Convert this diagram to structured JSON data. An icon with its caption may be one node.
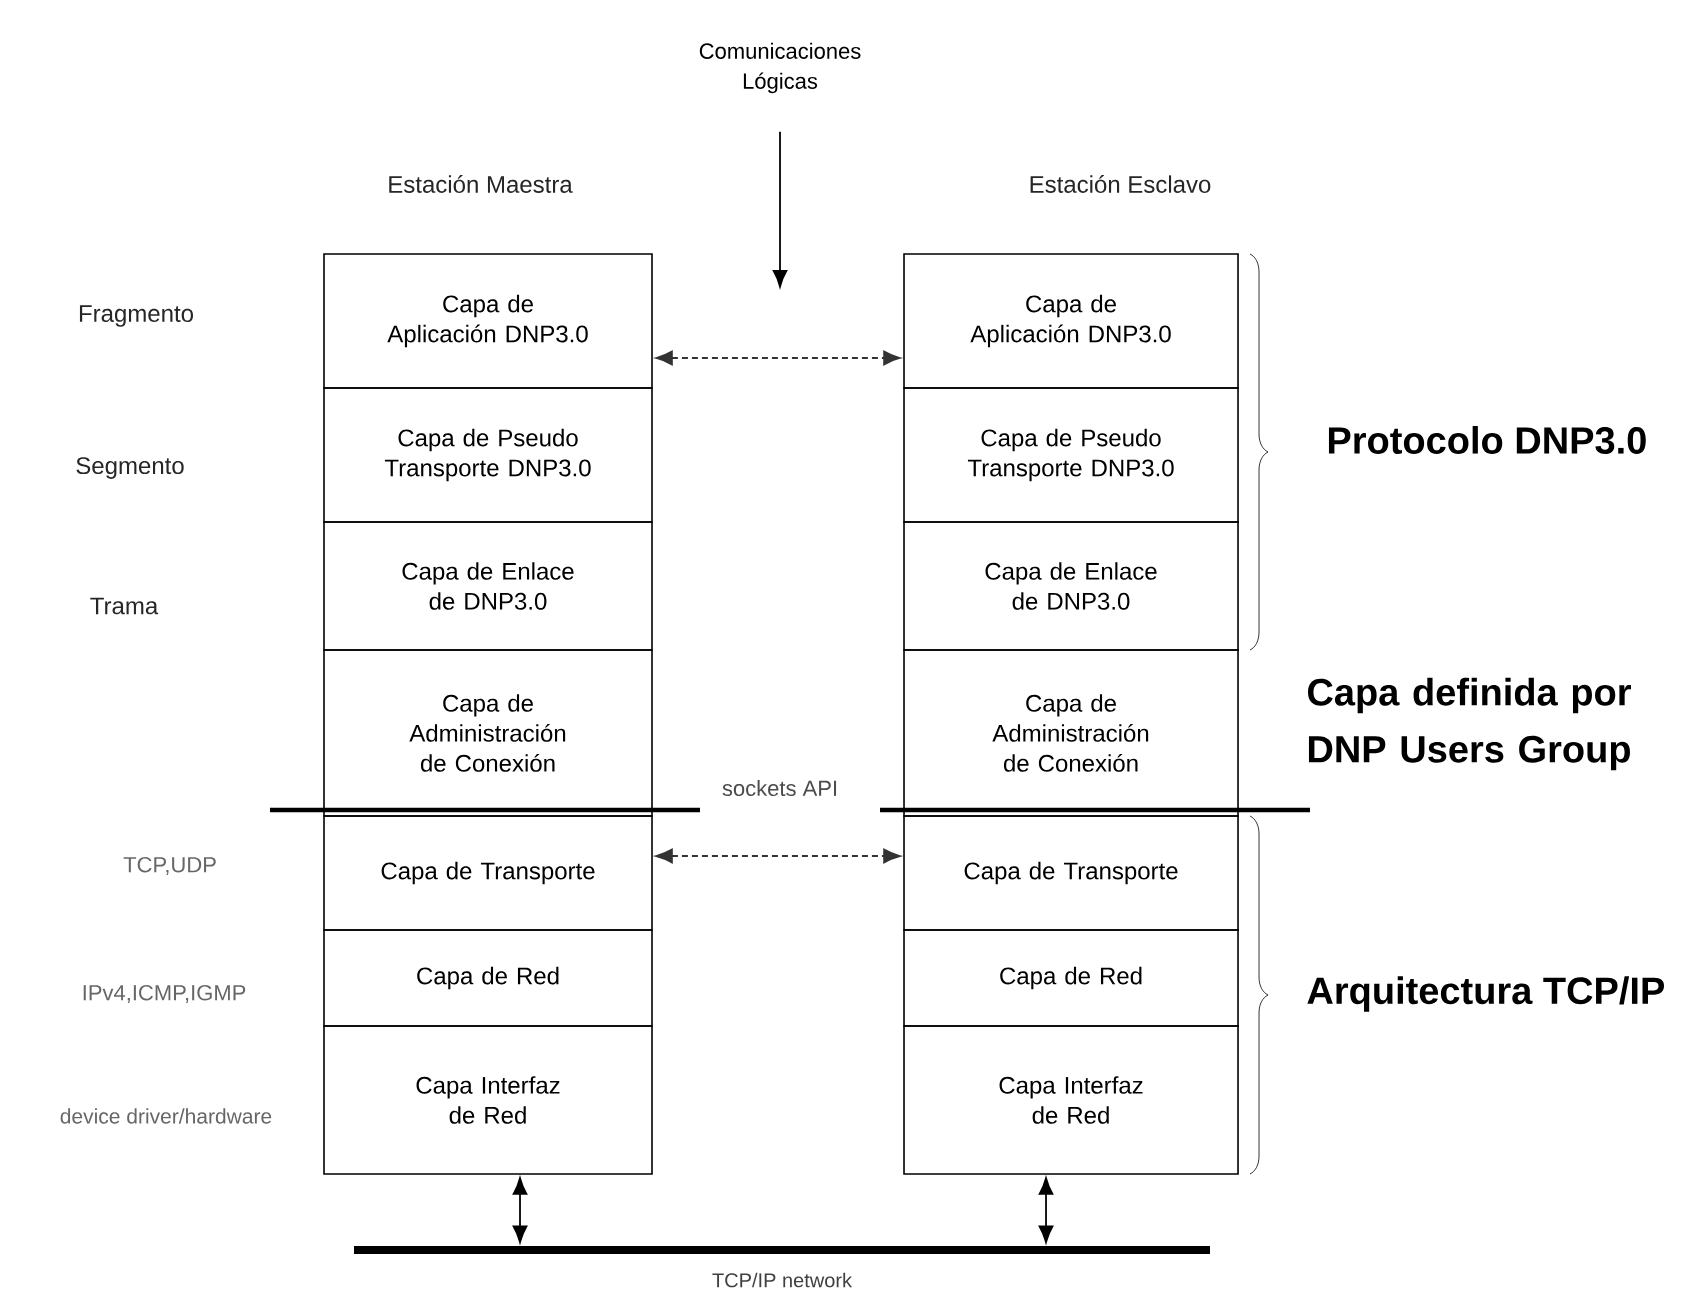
{
  "diagram": {
    "nodes": [
      {
        "text": [
          "Capa de Aplicación DNP3.0"
        ]
      },
      {
        "text": [
          "Capa de Pseudo Transporte DNP3.0"
        ]
      },
      {
        "text": [
          "Capa de Enlace de DNP3.0"
        ]
      },
      {
        "text": [
          "Capa de Administración de Conexión"
        ]
      },
      {
        "text": [
          "Capa de Transporte"
        ]
      },
      {
        "text": [
          "Capa de Red"
        ]
      },
      {
        "text": [
          "Capa Interfaz de Red"
        ]
      },
      {
        "text": [
          "Capa de Aplicación DNP3.0"
        ]
      },
      {
        "text": [
          "Capa de Pseudo Transporte DNP3.0"
        ]
      },
      {
        "text": [
          "Capa de Enlace de DNP3.0"
        ]
      },
      {
        "text": [
          "Capa de Administración de Conexión"
        ]
      },
      {
        "text": [
          "Capa de Transporte"
        ]
      },
      {
        "text": [
          "Capa de Red"
        ]
      },
      {
        "text": [
          "Capa Interfaz de Red"
        ]
      },
      {
        "text": [
          "TCP/IP network"
        ]
      },
      {
        "text": [
          "Comunicaciones Lógicas"
        ]
      }
    ],
    "edges": [
      {
        "from": 0,
        "to": 7,
        "arrow": "both",
        "style": "dashed"
      },
      {
        "from": 4,
        "to": 11,
        "arrow": "both",
        "style": "dashed"
      },
      {
        "from": 6,
        "to": 14,
        "arrow": "both"
      },
      {
        "from": 13,
        "to": 14,
        "arrow": "both"
      },
      {
        "from": 15,
        "to": null,
        "arrow": "to"
      }
    ],
    "labels": [
      "Estación Maestra",
      "Estación Esclavo",
      "Fragmento",
      "Segmento",
      "Trama",
      "Protocolo DNP3.0",
      "Capa definida por DNP Users Group",
      "sockets API",
      "TCP,UDP",
      "IPv4,ICMP,IGMP",
      "Arquitectura TCP/IP",
      "device driver/hardware"
    ]
  }
}
